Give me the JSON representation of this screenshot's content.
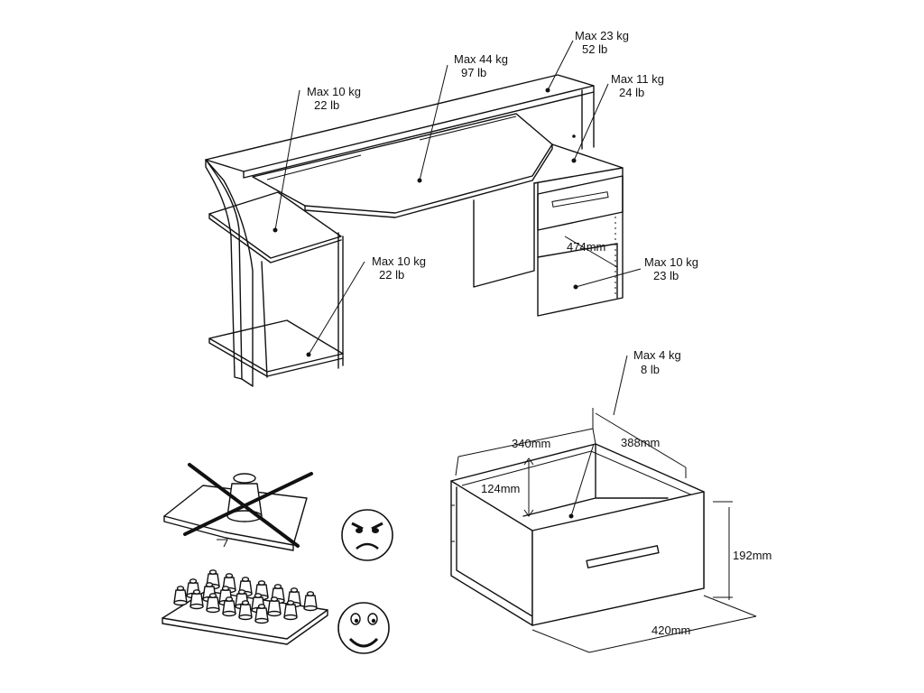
{
  "desk": {
    "top_shelf": {
      "kg": "Max 23 kg",
      "lb": "52 lb"
    },
    "desktop": {
      "kg": "Max 44 kg",
      "lb": "97 lb"
    },
    "left_upper_shelf": {
      "kg": "Max 10 kg",
      "lb": "22 lb"
    },
    "right_top": {
      "kg": "Max 11 kg",
      "lb": "24 lb"
    },
    "left_lower_shelf": {
      "kg": "Max 10 kg",
      "lb": "22 lb"
    },
    "right_lower_shelf": {
      "kg": "Max 10 kg",
      "lb": "23 lb"
    },
    "shelf_depth": "474mm"
  },
  "drawer": {
    "load": {
      "kg": "Max 4 kg",
      "lb": "8 lb"
    },
    "inner_width": "340mm",
    "inner_depth": "388mm",
    "inner_height": "124mm",
    "front_height": "192mm",
    "front_width": "420mm"
  }
}
